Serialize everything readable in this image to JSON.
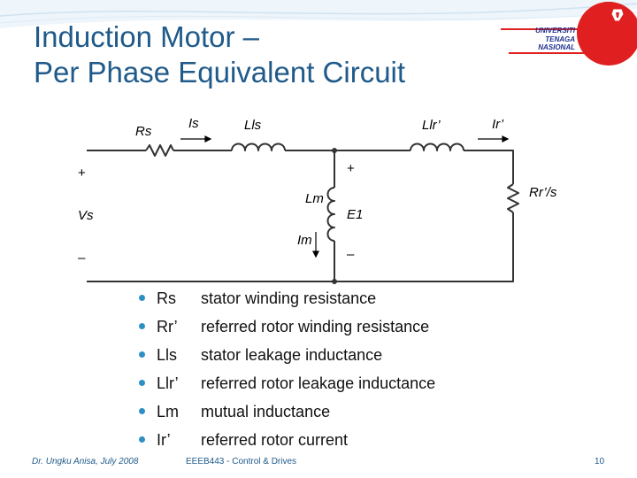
{
  "title": {
    "line1": "Induction Motor –",
    "line2": "Per Phase Equivalent Circuit"
  },
  "logo": {
    "lines": [
      "UNIVERSITI",
      "TENAGA",
      "NASIONAL"
    ]
  },
  "circuit": {
    "labels": {
      "rs": "Rs",
      "is": "Is",
      "lls": "Lls",
      "llr": "Llr’",
      "ir": "Ir’",
      "vs_plus": "+",
      "vs": "Vs",
      "vs_minus": "–",
      "e1_plus": "+",
      "lm": "Lm",
      "e1": "E1",
      "im": "Im",
      "e1_minus": "–",
      "rr": "Rr’/s"
    }
  },
  "legend": [
    {
      "symbol": "Rs",
      "desc": "stator winding resistance"
    },
    {
      "symbol": "Rr’",
      "desc": "referred rotor winding resistance"
    },
    {
      "symbol": "Lls",
      "desc": "stator leakage inductance"
    },
    {
      "symbol": "Llr’",
      "desc": "referred rotor leakage inductance"
    },
    {
      "symbol": "Lm",
      "desc": "mutual inductance"
    },
    {
      "symbol": "Ir’",
      "desc": "referred rotor current"
    }
  ],
  "footer": {
    "author": "Dr. Ungku Anisa, July 2008",
    "course": "EEEB443 - Control & Drives",
    "page": "10"
  },
  "colors": {
    "title": "#1f5a8a",
    "bullet": "#2e8fc4",
    "logo_red": "#e02020",
    "logo_blue": "#1f2f8f"
  }
}
